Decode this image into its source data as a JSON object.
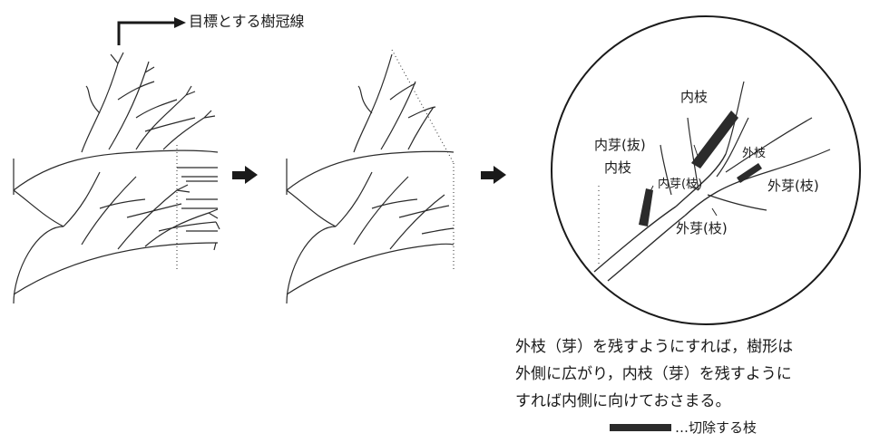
{
  "header_label": "目標とする樹冠線",
  "labels": {
    "inner_branch_top": "内枝",
    "inner_bud_cut": "内芽(抜)",
    "inner_branch_left": "内枝",
    "inner_bud_branch": "内芽(枝)",
    "outer_branch": "外枝",
    "outer_bud_right": "外芽(枝)",
    "outer_bud_bottom": "外芽(枝)"
  },
  "note": {
    "line1": "外枝（芽）を残すようにすれば，樹形は",
    "line2": "外側に広がり，内枝（芽）を残すように",
    "line3": "すれば内側に向けておさまる。"
  },
  "legend": {
    "text": "…切除する枝"
  },
  "colors": {
    "line": "#2b2b2b",
    "cut_branch": "#2b2b2b"
  }
}
